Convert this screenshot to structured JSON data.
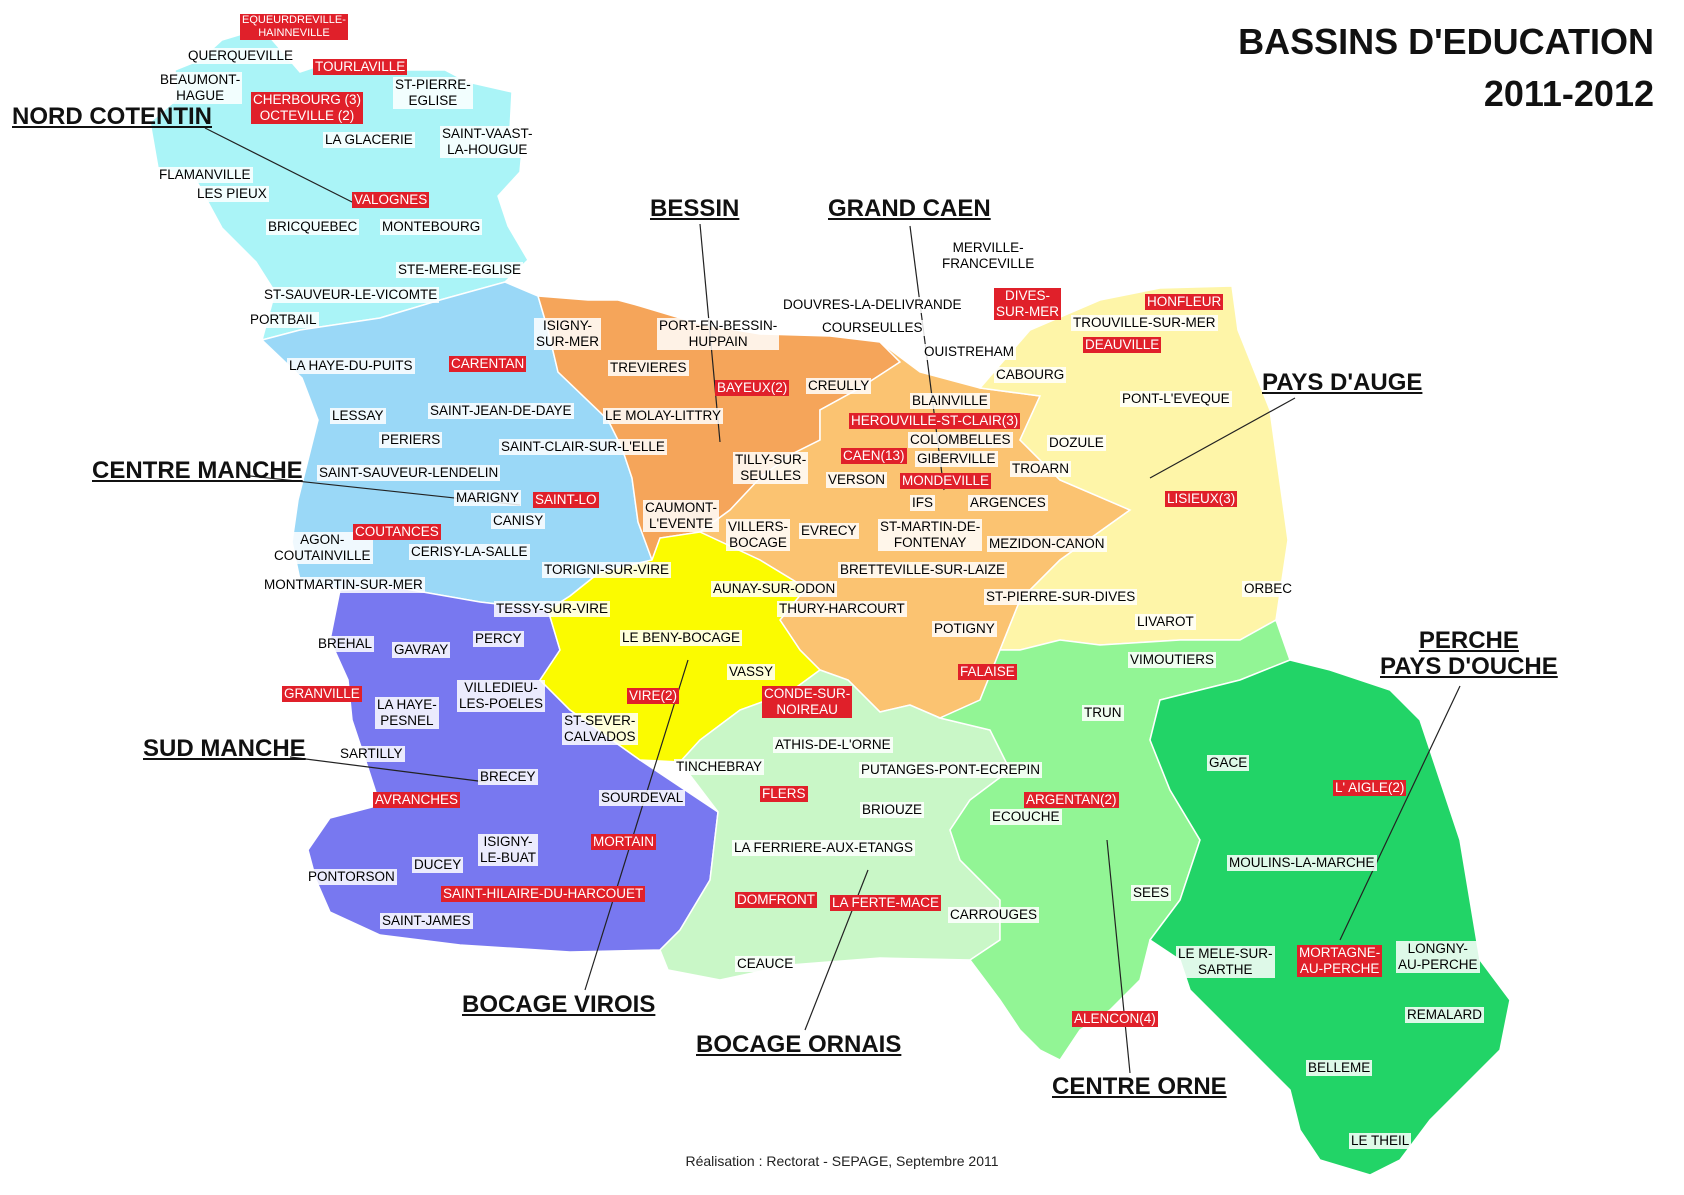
{
  "header": {
    "title_line1": "BASSINS D'EDUCATION",
    "title_line2": "2011-2012"
  },
  "footer": {
    "credit": "Réalisation : Rectorat - SEPAGE, Septembre 2011"
  },
  "colors": {
    "nord_cotentin": "#aaf4f7",
    "centre_manche": "#9ad8f7",
    "sud_manche": "#7878f0",
    "bessin": "#f5a55a",
    "grand_caen": "#fbc371",
    "pays_auge": "#fef5a8",
    "bocage_virois": "#fbfb00",
    "bocage_ornais": "#c9f7c7",
    "centre_orne": "#92f595",
    "perche": "#22d467",
    "label_highlight": "#e0202a"
  },
  "bassins": [
    "NORD COTENTIN",
    "CENTRE MANCHE",
    "SUD MANCHE",
    "BESSIN",
    "GRAND CAEN",
    "PAYS D'AUGE",
    "BOCAGE VIROIS",
    "BOCAGE ORNAIS",
    "CENTRE ORNE",
    "PERCHE\nPAYS D'OUCHE"
  ],
  "towns": {
    "t1": "EQUEURDREVILLE-\nHAINNEVILLE",
    "t2": "QUERQUEVILLE",
    "t3": "TOURLAVILLE",
    "t4": "BEAUMONT-\nHAGUE",
    "t5": "CHERBOURG (3)\nOCTEVILLE (2)",
    "t6": "ST-PIERRE-\nEGLISE",
    "t7": "LA GLACERIE",
    "t8": "SAINT-VAAST-\nLA-HOUGUE",
    "t9": "FLAMANVILLE",
    "t10": "LES PIEUX",
    "t11": "VALOGNES",
    "t12": "BRICQUEBEC",
    "t13": "MONTEBOURG",
    "t14": "STE-MERE-EGLISE",
    "t15": "ST-SAUVEUR-LE-VICOMTE",
    "t16": "PORTBAIL",
    "t17": "LA HAYE-DU-PUITS",
    "t18": "CARENTAN",
    "t19": "LESSAY",
    "t20": "SAINT-JEAN-DE-DAYE",
    "t21": "PERIERS",
    "t22": "SAINT-CLAIR-SUR-L'ELLE",
    "t23": "SAINT-SAUVEUR-LENDELIN",
    "t24": "MARIGNY",
    "t25": "SAINT-LO",
    "t26": "CANISY",
    "t27": "AGON-\nCOUTAINVILLE",
    "t28": "COUTANCES",
    "t29": "CERISY-LA-SALLE",
    "t30": "MONTMARTIN-SUR-MER",
    "t31": "TORIGNI-SUR-VIRE",
    "t32": "TESSY-SUR-VIRE",
    "t33": "BREHAL",
    "t34": "GAVRAY",
    "t35": "PERCY",
    "t36": "GRANVILLE",
    "t37": "LA HAYE-\nPESNEL",
    "t38": "VILLEDIEU-\nLES-POELES",
    "t39": "SARTILLY",
    "t40": "BRECEY",
    "t41": "AVRANCHES",
    "t42": "ISIGNY-\nLE-BUAT",
    "t43": "MORTAIN",
    "t44": "DUCEY",
    "t45": "PONTORSON",
    "t46": "SAINT-HILAIRE-DU-HARCOUET",
    "t47": "SAINT-JAMES",
    "t48": "ISIGNY-\nSUR-MER",
    "t49": "PORT-EN-BESSIN-\nHUPPAIN",
    "t50": "TREVIERES",
    "t51": "BAYEUX(2)",
    "t52": "CREULLY",
    "t53": "LE MOLAY-LITTRY",
    "t54": "TILLY-SUR-\nSEULLES",
    "t55": "CAUMONT-\nL'EVENTE",
    "t56": "VILLERS-\nBOCAGE",
    "t57": "EVRECY",
    "t58": "MERVILLE-\nFRANCEVILLE",
    "t59": "DOUVRES-LA-DELIVRANDE",
    "t60": "DIVES-\nSUR-MER",
    "t61": "COURSEULLES",
    "t62": "OUISTREHAM",
    "t63": "CABOURG",
    "t64": "BLAINVILLE",
    "t65": "HEROUVILLE-ST-CLAIR(3)",
    "t66": "COLOMBELLES",
    "t67": "CAEN(13)",
    "t68": "GIBERVILLE",
    "t69": "VERSON",
    "t70": "MONDEVILLE",
    "t71": "TROARN",
    "t72": "IFS",
    "t73": "ARGENCES",
    "t74": "ST-MARTIN-DE-\nFONTENAY",
    "t75": "MEZIDON-CANON",
    "t76": "BRETTEVILLE-SUR-LAIZE",
    "t77": "HONFLEUR",
    "t78": "TROUVILLE-SUR-MER",
    "t79": "DEAUVILLE",
    "t80": "PONT-L'EVEQUE",
    "t81": "DOZULE",
    "t82": "LISIEUX(3)",
    "t83": "ORBEC",
    "t84": "ST-PIERRE-SUR-DIVES",
    "t85": "LIVAROT",
    "t86": "VIMOUTIERS",
    "t87": "AUNAY-SUR-ODON",
    "t88": "THURY-HARCOURT",
    "t89": "POTIGNY",
    "t90": "LE BENY-BOCAGE",
    "t91": "FALAISE",
    "t92": "VASSY",
    "t93": "VIRE(2)",
    "t94": "CONDE-SUR-\nNOIREAU",
    "t95": "ST-SEVER-\nCALVADOS",
    "t96": "TRUN",
    "t97": "ATHIS-DE-L'ORNE",
    "t98": "TINCHEBRAY",
    "t99": "PUTANGES-PONT-ECREPIN",
    "t100": "SOURDEVAL",
    "t101": "FLERS",
    "t102": "BRIOUZE",
    "t103": "ARGENTAN(2)",
    "t104": "ECOUCHE",
    "t105": "GACE",
    "t106": "L' AIGLE(2)",
    "t107": "LA FERRIERE-AUX-ETANGS",
    "t108": "MOULINS-LA-MARCHE",
    "t109": "SEES",
    "t110": "DOMFRONT",
    "t111": "LA FERTE-MACE",
    "t112": "CARROUGES",
    "t113": "LE MELE-SUR-\nSARTHE",
    "t114": "MORTAGNE-\nAU-PERCHE",
    "t115": "LONGNY-\nAU-PERCHE",
    "t116": "CEAUCE",
    "t117": "REMALARD",
    "t118": "ALENCON(4)",
    "t119": "BELLEME",
    "t120": "LE THEIL"
  }
}
